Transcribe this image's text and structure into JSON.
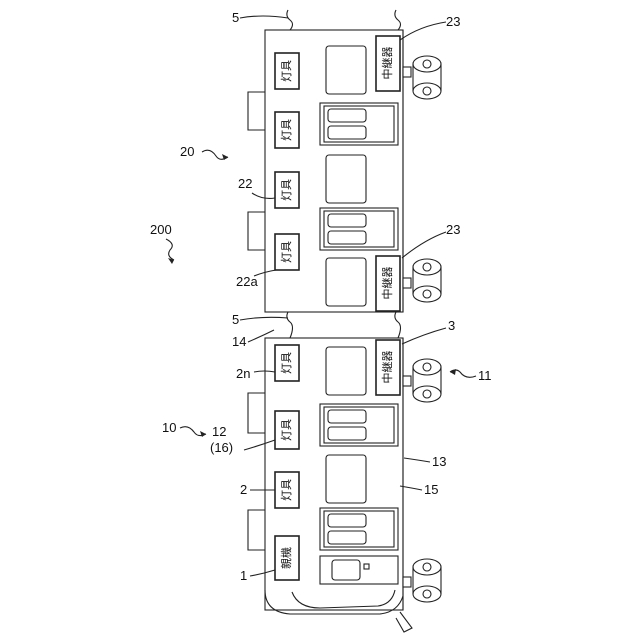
{
  "device_labels": {
    "parent": "親機",
    "fixture": "灯具",
    "relay": "中継器"
  },
  "reference_numerals": {
    "system": "200",
    "car_20": "20",
    "car_10": "10",
    "cable_top": "5",
    "cable_mid": "5",
    "fixture_22": "22",
    "fixture_22a": "22a",
    "relay_23_top": "23",
    "relay_23_mid": "23",
    "relay_3": "3",
    "wire_14": "14",
    "fixture_2n": "2n",
    "fixture_12": "12",
    "fixture_16": "(16)",
    "fixture_2": "2",
    "parent_1": "1",
    "bogie_11": "11",
    "wall_13": "13",
    "wall_15": "15"
  }
}
